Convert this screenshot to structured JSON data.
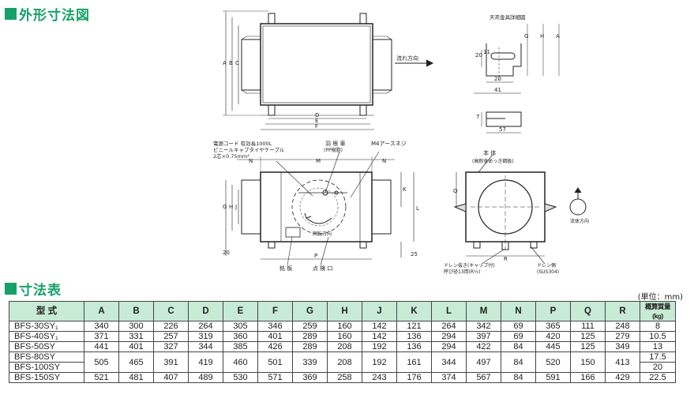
{
  "section1_title": "外形寸法図",
  "section2_title": "寸法表",
  "unit_note": "(単位：mm)",
  "drawing": {
    "top_view": {
      "flow_direction": "流れ方向",
      "dims": {
        "A": "A",
        "B": "B",
        "C": "C",
        "D": "D",
        "E": "E",
        "F": "F"
      }
    },
    "bracket_detail": {
      "title": "天吊金具詳細図",
      "dims": {
        "n20a": "20",
        "n11": "11",
        "n20b": "20",
        "n41": "41",
        "n7": "7",
        "n57": "57",
        "G": "G",
        "H": "H",
        "A": "A"
      }
    },
    "front_view": {
      "power_cord_line1": "電源コード 有効長1000L",
      "power_cord_line2": "ビニールキャブタイヤケーブル",
      "power_cord_line3": "2芯×0.75mm²",
      "fan_label": "羽 根 車",
      "fan_material": "(PP樹脂)",
      "ground_screw": "M4アースネジ",
      "rotation_direction": "回転方向",
      "nameplate": "銘 板",
      "inspection_port": "点 検 口",
      "dims": {
        "N1": "N",
        "M": "M",
        "N2": "N",
        "K": "K",
        "L": "L",
        "P": "P",
        "n20": "20",
        "n25": "25",
        "J": "J",
        "G": "G",
        "H": "H"
      }
    },
    "side_view": {
      "body_label": "本 体",
      "body_material": "(高耐食めっき鋼板)",
      "airflow_direction": "流体方向",
      "drain_label": "ドレン抜き(キャップ付)",
      "drain_size": "呼び径13用(R½)",
      "drain_side": "ドレン側",
      "drain_material": "(SUS304)",
      "dims": {
        "Q": "Q",
        "R": "R"
      }
    }
  },
  "table": {
    "headers": [
      "型 式",
      "A",
      "B",
      "C",
      "D",
      "E",
      "F",
      "G",
      "H",
      "J",
      "K",
      "L",
      "M",
      "N",
      "P",
      "Q",
      "R",
      "概算質量(kg)"
    ],
    "rows": [
      {
        "model": "BFS-30SY₁",
        "values": [
          "340",
          "300",
          "226",
          "264",
          "305",
          "346",
          "259",
          "160",
          "142",
          "121",
          "264",
          "342",
          "69",
          "365",
          "111",
          "248"
        ],
        "weight": "8"
      },
      {
        "model": "BFS-40SY₁",
        "values": [
          "371",
          "331",
          "257",
          "319",
          "360",
          "401",
          "289",
          "160",
          "142",
          "136",
          "294",
          "397",
          "69",
          "420",
          "125",
          "279"
        ],
        "weight": "10.5"
      },
      {
        "model": "BFS-50SY",
        "values": [
          "441",
          "401",
          "327",
          "344",
          "385",
          "426",
          "289",
          "208",
          "192",
          "136",
          "294",
          "422",
          "84",
          "445",
          "125",
          "349"
        ],
        "weight": "13"
      },
      {
        "models": [
          "BFS-80SY",
          "BFS-100SY"
        ],
        "values": [
          "505",
          "465",
          "391",
          "419",
          "460",
          "501",
          "339",
          "208",
          "192",
          "161",
          "344",
          "497",
          "84",
          "520",
          "150",
          "413"
        ],
        "weights": [
          "17.5",
          "20"
        ]
      },
      {
        "model": "BFS-150SY",
        "values": [
          "521",
          "481",
          "407",
          "489",
          "530",
          "571",
          "369",
          "258",
          "243",
          "176",
          "374",
          "567",
          "84",
          "591",
          "166",
          "429"
        ],
        "weight": "22.5"
      }
    ]
  }
}
